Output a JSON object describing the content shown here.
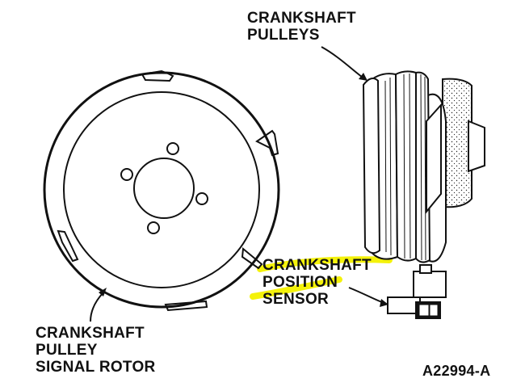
{
  "labels": {
    "crankshaft_pulleys": [
      "CRANKSHAFT",
      "PULLEYS"
    ],
    "crankshaft_position_sensor": [
      "CRANKSHAFT",
      "POSITION",
      "SENSOR"
    ],
    "crankshaft_pulley_signal_rotor": [
      "CRANKSHAFT",
      "PULLEY",
      "SIGNAL ROTOR"
    ],
    "figure_code": "A22994-A"
  },
  "colors": {
    "ink": "#111111",
    "highlight": "#f4f20a",
    "paper": "#ffffff"
  }
}
